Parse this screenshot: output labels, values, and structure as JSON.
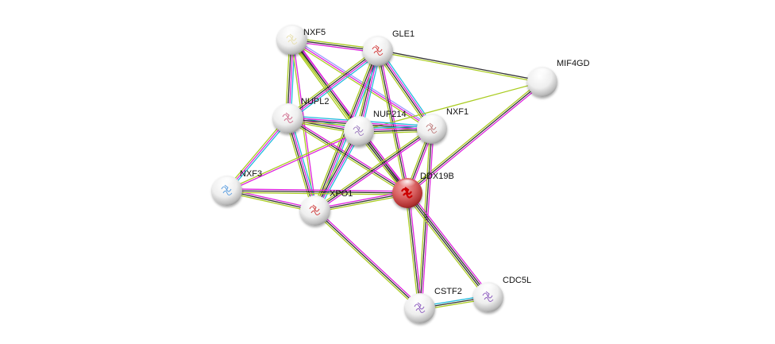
{
  "network": {
    "query_protein": "DDX19B",
    "nodes": [
      {
        "id": "NXF5",
        "label": "NXF5",
        "type": "structure",
        "accent": "#e8e0b0"
      },
      {
        "id": "GLE1",
        "label": "GLE1",
        "type": "structure",
        "accent": "#d44444"
      },
      {
        "id": "MIF4GD",
        "label": "MIF4GD",
        "type": "empty",
        "accent": "#cccccc"
      },
      {
        "id": "NUPL2",
        "label": "NUPL2",
        "type": "structure",
        "accent": "#d07090"
      },
      {
        "id": "NUP214",
        "label": "NUP214",
        "type": "structure",
        "accent": "#a080c0"
      },
      {
        "id": "NXF1",
        "label": "NXF1",
        "type": "structure",
        "accent": "#c08080"
      },
      {
        "id": "NXF3",
        "label": "NXF3",
        "type": "structure",
        "accent": "#60a0e0"
      },
      {
        "id": "XPO1",
        "label": "XPO1",
        "type": "structure",
        "accent": "#d04040"
      },
      {
        "id": "DDX19B",
        "label": "DDX19B",
        "type": "query",
        "accent": "#cc2222"
      },
      {
        "id": "CSTF2",
        "label": "CSTF2",
        "type": "structure",
        "accent": "#9060c0"
      },
      {
        "id": "CDC5L",
        "label": "CDC5L",
        "type": "structure",
        "accent": "#9060c0"
      }
    ],
    "edge_colors": {
      "database": "#22bbdd",
      "experimental": "#dd22dd",
      "textmining": "#aacc22",
      "coexpression": "#333333",
      "homology": "#9999ff"
    },
    "edges": [
      {
        "a": "NXF5",
        "b": "GLE1",
        "types": [
          "textmining",
          "coexpression",
          "experimental"
        ]
      },
      {
        "a": "NXF5",
        "b": "NUPL2",
        "types": [
          "database",
          "experimental",
          "coexpression",
          "textmining"
        ]
      },
      {
        "a": "NXF5",
        "b": "NUP214",
        "types": [
          "experimental",
          "coexpression",
          "textmining",
          "textmining"
        ]
      },
      {
        "a": "NXF5",
        "b": "NXF1",
        "types": [
          "homology",
          "experimental",
          "textmining"
        ]
      },
      {
        "a": "NXF5",
        "b": "DDX19B",
        "types": [
          "experimental",
          "coexpression",
          "textmining"
        ]
      },
      {
        "a": "NXF5",
        "b": "XPO1",
        "types": [
          "experimental",
          "textmining"
        ]
      },
      {
        "a": "GLE1",
        "b": "MIF4GD",
        "types": [
          "coexpression",
          "textmining"
        ]
      },
      {
        "a": "GLE1",
        "b": "NUPL2",
        "types": [
          "database",
          "experimental",
          "coexpression",
          "textmining"
        ]
      },
      {
        "a": "GLE1",
        "b": "NUP214",
        "types": [
          "database",
          "experimental",
          "coexpression",
          "textmining"
        ]
      },
      {
        "a": "GLE1",
        "b": "NXF1",
        "types": [
          "database",
          "experimental",
          "coexpression",
          "textmining"
        ]
      },
      {
        "a": "GLE1",
        "b": "DDX19B",
        "types": [
          "experimental",
          "coexpression",
          "textmining"
        ]
      },
      {
        "a": "GLE1",
        "b": "XPO1",
        "types": [
          "database",
          "experimental",
          "coexpression",
          "textmining"
        ]
      },
      {
        "a": "MIF4GD",
        "b": "NUP214",
        "types": [
          "textmining"
        ]
      },
      {
        "a": "MIF4GD",
        "b": "DDX19B",
        "types": [
          "experimental",
          "coexpression",
          "textmining"
        ]
      },
      {
        "a": "NUPL2",
        "b": "NUP214",
        "types": [
          "database",
          "experimental",
          "coexpression",
          "textmining"
        ]
      },
      {
        "a": "NUPL2",
        "b": "NXF1",
        "types": [
          "database",
          "experimental",
          "coexpression",
          "textmining"
        ]
      },
      {
        "a": "NUPL2",
        "b": "NXF3",
        "types": [
          "database",
          "experimental",
          "textmining"
        ]
      },
      {
        "a": "NUPL2",
        "b": "XPO1",
        "types": [
          "database",
          "experimental",
          "coexpression",
          "textmining"
        ]
      },
      {
        "a": "NUPL2",
        "b": "DDX19B",
        "types": [
          "experimental",
          "coexpression",
          "textmining"
        ]
      },
      {
        "a": "NUP214",
        "b": "NXF1",
        "types": [
          "database",
          "experimental",
          "coexpression",
          "textmining"
        ]
      },
      {
        "a": "NUP214",
        "b": "NXF3",
        "types": [
          "experimental",
          "textmining"
        ]
      },
      {
        "a": "NUP214",
        "b": "XPO1",
        "types": [
          "database",
          "experimental",
          "coexpression",
          "textmining"
        ]
      },
      {
        "a": "NUP214",
        "b": "DDX19B",
        "types": [
          "experimental",
          "coexpression",
          "coexpression",
          "textmining"
        ]
      },
      {
        "a": "NXF1",
        "b": "DDX19B",
        "types": [
          "experimental",
          "coexpression",
          "textmining"
        ]
      },
      {
        "a": "NXF1",
        "b": "XPO1",
        "types": [
          "experimental",
          "coexpression",
          "textmining"
        ]
      },
      {
        "a": "NXF1",
        "b": "CSTF2",
        "types": [
          "experimental",
          "coexpression",
          "textmining"
        ]
      },
      {
        "a": "NXF3",
        "b": "XPO1",
        "types": [
          "experimental",
          "coexpression",
          "textmining"
        ]
      },
      {
        "a": "NXF3",
        "b": "DDX19B",
        "types": [
          "experimental",
          "coexpression",
          "textmining"
        ]
      },
      {
        "a": "XPO1",
        "b": "DDX19B",
        "types": [
          "experimental",
          "coexpression",
          "textmining"
        ]
      },
      {
        "a": "XPO1",
        "b": "CSTF2",
        "types": [
          "experimental",
          "coexpression",
          "textmining"
        ]
      },
      {
        "a": "DDX19B",
        "b": "CSTF2",
        "types": [
          "experimental",
          "coexpression",
          "textmining"
        ]
      },
      {
        "a": "DDX19B",
        "b": "CDC5L",
        "types": [
          "experimental",
          "coexpression",
          "coexpression",
          "textmining"
        ]
      },
      {
        "a": "CSTF2",
        "b": "CDC5L",
        "types": [
          "database",
          "coexpression",
          "textmining"
        ]
      }
    ]
  }
}
